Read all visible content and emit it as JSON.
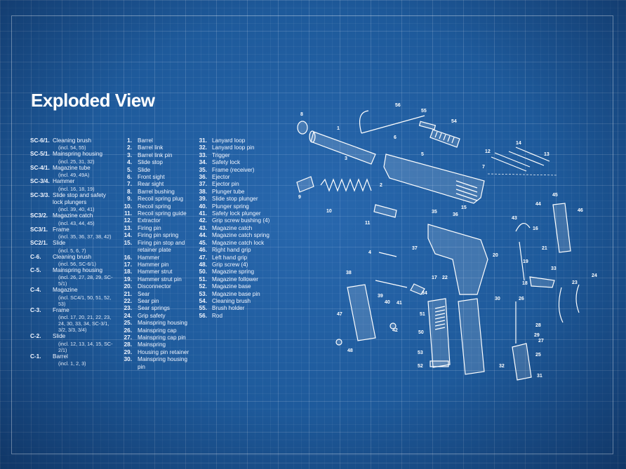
{
  "title": "Exploded View",
  "col1": [
    {
      "num": "SC-6/1.",
      "name": "Cleaning brush",
      "sub": "(incl. 54, 55)"
    },
    {
      "num": "SC-5/1.",
      "name": "Mainspring housing",
      "sub": "(incl. 25, 31, 32)"
    },
    {
      "num": "SC-4/1.",
      "name": "Magazine tube",
      "sub": "(incl. 49, 49A)"
    },
    {
      "num": "SC-3/4.",
      "name": "Hammer",
      "sub": "(incl. 16, 18, 19)"
    },
    {
      "num": "SC-3/3.",
      "name": "Slide stop and safety lock plungers",
      "sub": "(incl. 39, 40, 41)"
    },
    {
      "num": "SC3/2.",
      "name": "Magazine catch",
      "sub": "(incl. 43, 44, 45)"
    },
    {
      "num": "SC3/1.",
      "name": "Frame",
      "sub": "(incl. 35, 36, 37, 38, 42)"
    },
    {
      "num": "SC2/1.",
      "name": "Slide",
      "sub": "(incl. 5, 6, 7)"
    },
    {
      "num": "C-6.",
      "name": "Cleaning brush",
      "sub": "(incl. 56, SC-6/1)"
    },
    {
      "num": "C-5.",
      "name": "Mainspring housing",
      "sub": "(incl. 26, 27, 28, 29, SC-5/1)"
    },
    {
      "num": "C-4.",
      "name": "Magazine",
      "sub": "(incl. SC4/1, 50, 51, 52, 53)"
    },
    {
      "num": "C-3.",
      "name": "Frame",
      "sub": "(incl. 17, 20, 21, 22, 23, 24, 30, 33, 34, SC-3/1, 3/2, 3/3, 3/4)"
    },
    {
      "num": "C-2.",
      "name": "Slide",
      "sub": "(incl. 12, 13, 14, 15, SC-2/1)"
    },
    {
      "num": "C-1.",
      "name": "Barrel",
      "sub": "(incl. 1, 2, 3)"
    }
  ],
  "col2": [
    {
      "num": "1.",
      "name": "Barrel"
    },
    {
      "num": "2.",
      "name": "Barrel link"
    },
    {
      "num": "3.",
      "name": "Barrel link pin"
    },
    {
      "num": "4.",
      "name": "Slide stop"
    },
    {
      "num": "5.",
      "name": "Slide"
    },
    {
      "num": "6.",
      "name": "Front sight"
    },
    {
      "num": "7.",
      "name": "Rear sight"
    },
    {
      "num": "8.",
      "name": "Barrel bushing"
    },
    {
      "num": "9.",
      "name": "Recoil spring plug"
    },
    {
      "num": "10.",
      "name": "Recoil spring"
    },
    {
      "num": "11.",
      "name": "Recoil spring guide"
    },
    {
      "num": "12.",
      "name": "Extractor"
    },
    {
      "num": "13.",
      "name": "Firing pin"
    },
    {
      "num": "14.",
      "name": "Firing pin spring"
    },
    {
      "num": "15.",
      "name": "Firing pin stop and retainer plate"
    },
    {
      "num": "16.",
      "name": "Hammer"
    },
    {
      "num": "17.",
      "name": "Hammer pin"
    },
    {
      "num": "18.",
      "name": "Hammer strut"
    },
    {
      "num": "19.",
      "name": "Hammer strut pin"
    },
    {
      "num": "20.",
      "name": "Disconnector"
    },
    {
      "num": "21.",
      "name": "Sear"
    },
    {
      "num": "22.",
      "name": "Sear pin"
    },
    {
      "num": "23.",
      "name": "Sear springs"
    },
    {
      "num": "24.",
      "name": "Grip safety"
    },
    {
      "num": "25.",
      "name": "Mainspring housing"
    },
    {
      "num": "26.",
      "name": "Mainspring cap"
    },
    {
      "num": "27.",
      "name": "Mainspring cap pin"
    },
    {
      "num": "28.",
      "name": "Mainspring"
    },
    {
      "num": "29.",
      "name": "Housing pin retainer"
    },
    {
      "num": "30.",
      "name": "Mainspring housing pin"
    }
  ],
  "col3": [
    {
      "num": "31.",
      "name": "Lanyard loop"
    },
    {
      "num": "32.",
      "name": "Lanyard loop pin"
    },
    {
      "num": "33.",
      "name": "Trigger"
    },
    {
      "num": "34.",
      "name": "Safety lock"
    },
    {
      "num": "35.",
      "name": "Frame (receiver)"
    },
    {
      "num": "36.",
      "name": "Ejector"
    },
    {
      "num": "37.",
      "name": "Ejector pin"
    },
    {
      "num": "38.",
      "name": "Plunger tube"
    },
    {
      "num": "39.",
      "name": "Slide stop plunger"
    },
    {
      "num": "40.",
      "name": "Plunger spring"
    },
    {
      "num": "41.",
      "name": "Safety lock plunger"
    },
    {
      "num": "42.",
      "name": "Grip screw bushing (4)"
    },
    {
      "num": "43.",
      "name": "Magazine catch"
    },
    {
      "num": "44.",
      "name": "Magazine catch spring"
    },
    {
      "num": "45.",
      "name": "Magazine catch lock"
    },
    {
      "num": "46.",
      "name": "Right hand grip"
    },
    {
      "num": "47.",
      "name": "Left hand grip"
    },
    {
      "num": "48.",
      "name": "Grip screw (4)"
    },
    {
      "num": "50.",
      "name": "Magazine spring"
    },
    {
      "num": "51.",
      "name": "Magazine follower"
    },
    {
      "num": "52.",
      "name": "Magazine base"
    },
    {
      "num": "53.",
      "name": "Magazine base pin"
    },
    {
      "num": "54.",
      "name": "Cleaning brush"
    },
    {
      "num": "55.",
      "name": "Brush holder"
    },
    {
      "num": "56.",
      "name": "Rod"
    }
  ],
  "callouts": [
    "56",
    "55",
    "54",
    "8",
    "1",
    "6",
    "5",
    "3",
    "2",
    "12",
    "14",
    "13",
    "7",
    "9",
    "10",
    "11",
    "45",
    "15",
    "44",
    "46",
    "35",
    "36",
    "43",
    "16",
    "4",
    "37",
    "20",
    "21",
    "19",
    "18",
    "17",
    "22",
    "33",
    "38",
    "39",
    "40",
    "41",
    "34",
    "30",
    "26",
    "23",
    "24",
    "47",
    "42",
    "51",
    "50",
    "48",
    "28",
    "29",
    "27",
    "25",
    "53",
    "52",
    "32",
    "31"
  ]
}
